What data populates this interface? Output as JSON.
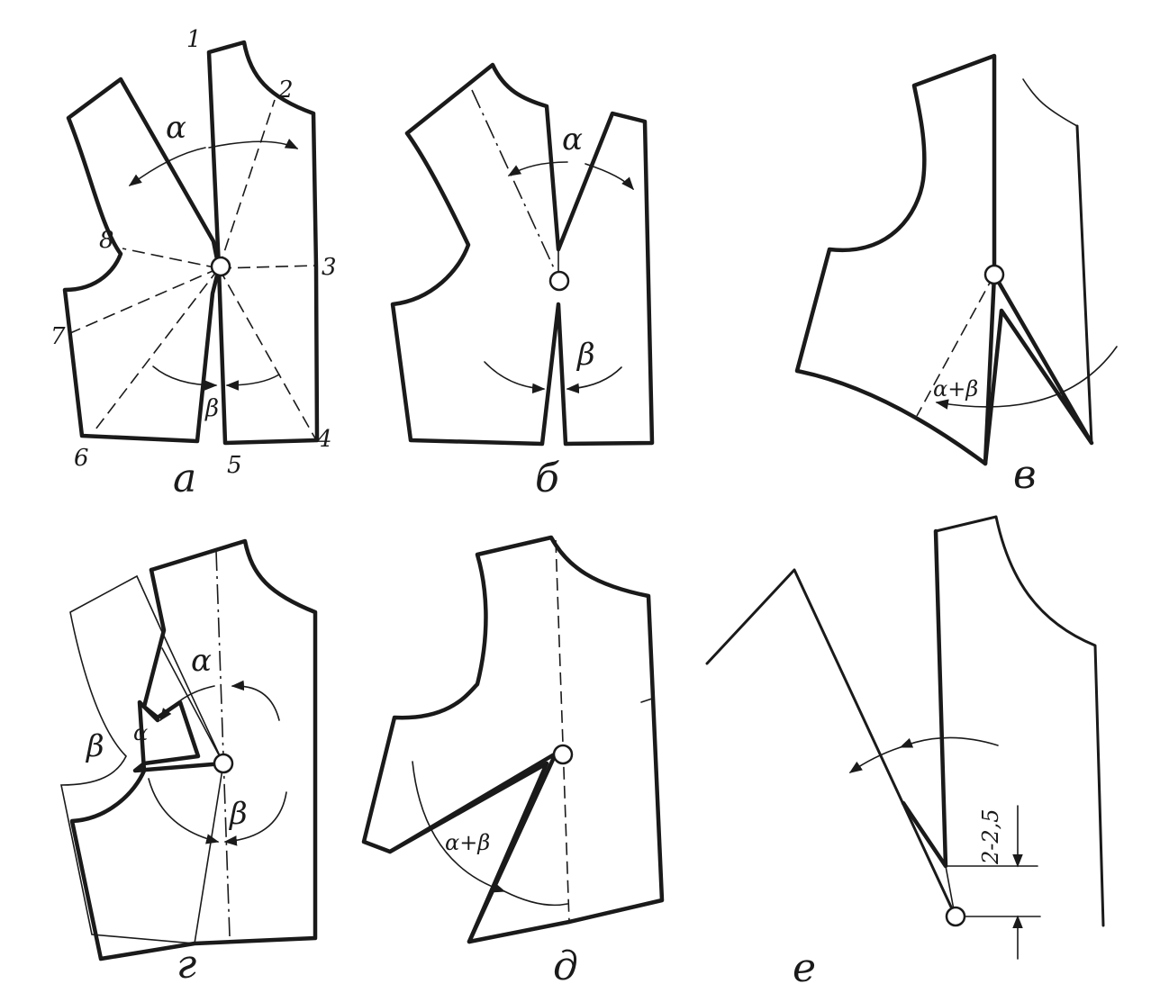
{
  "panels": {
    "a": {
      "caption": "а",
      "alpha": "α",
      "beta": "β",
      "points": [
        "1",
        "2",
        "3",
        "4",
        "5",
        "6",
        "7",
        "8"
      ]
    },
    "b": {
      "caption": "б",
      "alpha": "α",
      "beta": "β"
    },
    "v": {
      "caption": "в",
      "sum": "α+β"
    },
    "g": {
      "caption": "г",
      "alpha": "α",
      "beta": "β",
      "alpha_small": "α",
      "beta_small": "β"
    },
    "d": {
      "caption": "д",
      "sum": "α+β"
    },
    "e": {
      "caption": "е",
      "dimension": "2-2,5"
    }
  }
}
